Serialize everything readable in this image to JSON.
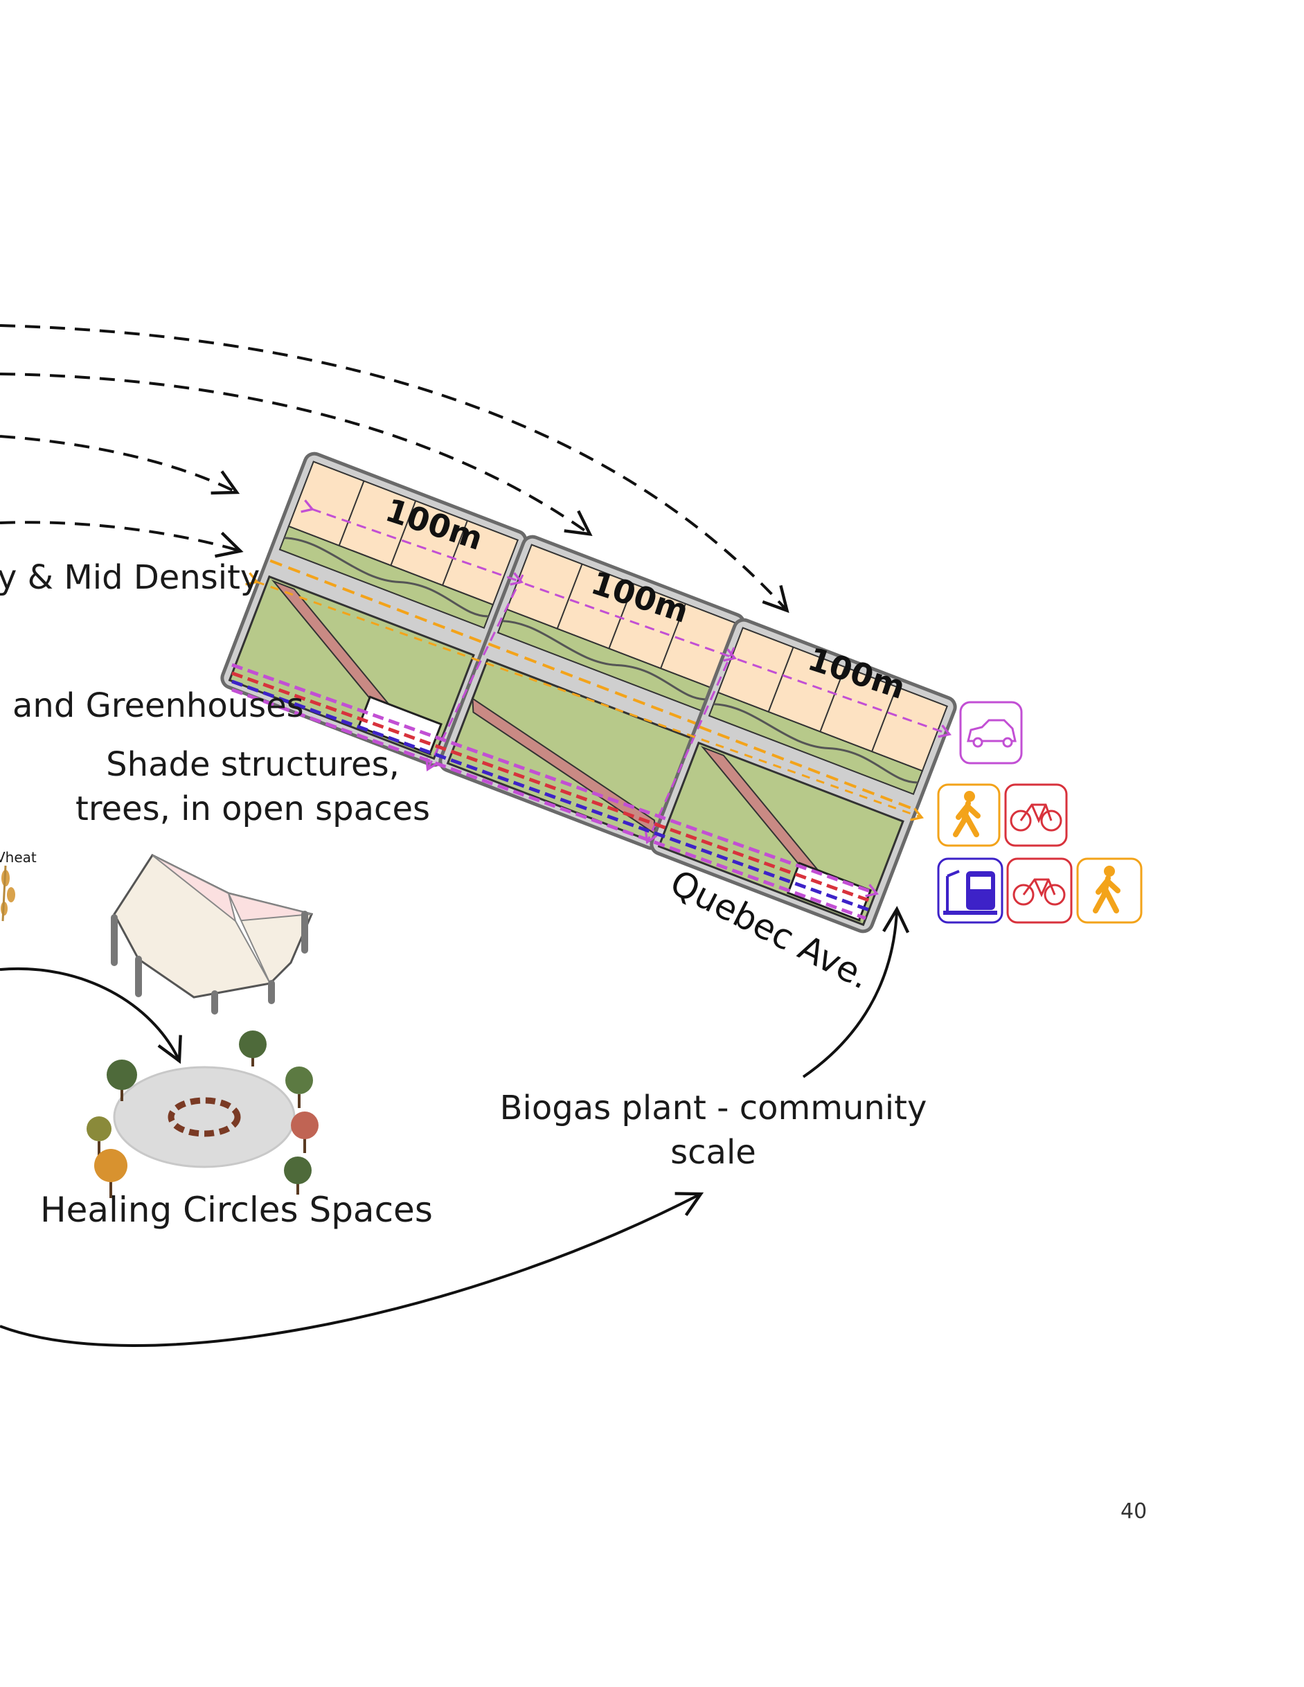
{
  "labels": {
    "density": "y & Mid Density",
    "greenhouses": "and Greenhouses",
    "shade_line1": "Shade structures,",
    "shade_line2": "trees, in open spaces",
    "wheat": "Vheat",
    "healing": "Healing Circles Spaces",
    "biogas_line1": "Biogas plant - community",
    "biogas_line2": "scale",
    "street": "Quebec Ave.",
    "dim_1": "100m",
    "dim_2": "100m",
    "dim_3": "100m",
    "page_number": "40"
  },
  "icons": {
    "car": "car-icon",
    "walk": "walk-icon",
    "bike": "bike-icon",
    "bus": "bus-icon"
  },
  "colors": {
    "residential": "#fde2c2",
    "green": "#b7c98a",
    "path": "#c98a84",
    "frame": "#7a7a7a",
    "car": "#c24fd4",
    "walk": "#f3a31a",
    "bike": "#d8323c",
    "bus": "#3d22c8",
    "arrow": "#111111"
  }
}
